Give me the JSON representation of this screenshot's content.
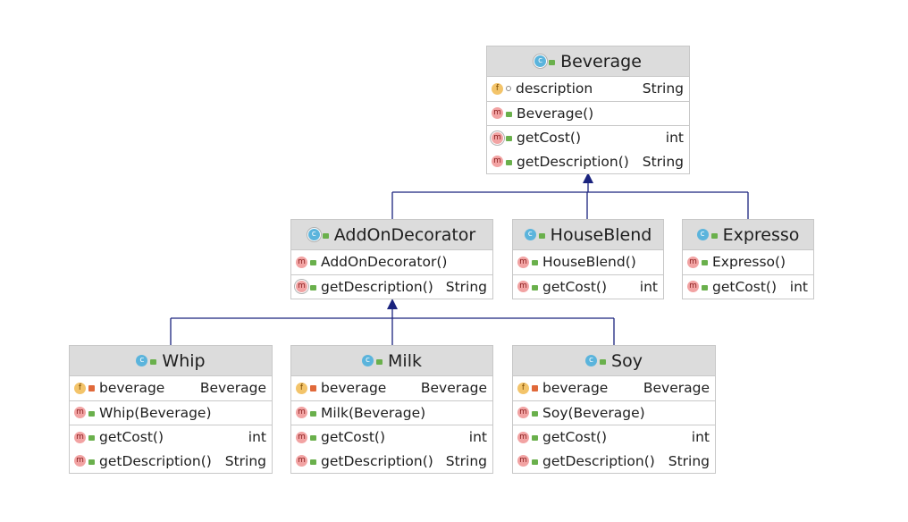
{
  "classes": [
    {
      "id": "beverage",
      "name": "Beverage",
      "abstract": true,
      "fields": [
        {
          "kind": "f",
          "vis": "pkg",
          "name": "description",
          "type": "String"
        }
      ],
      "constructors": [
        {
          "name": "Beverage()",
          "type": ""
        }
      ],
      "methods": [
        {
          "name": "getCost()",
          "type": "int",
          "abstract": true
        },
        {
          "name": "getDescription()",
          "type": "String"
        }
      ]
    },
    {
      "id": "addondecorator",
      "name": "AddOnDecorator",
      "abstract": true,
      "fields": [],
      "constructors": [
        {
          "name": "AddOnDecorator()",
          "type": ""
        }
      ],
      "methods": [
        {
          "name": "getDescription()",
          "type": "String",
          "abstract": true
        }
      ]
    },
    {
      "id": "houseblend",
      "name": "HouseBlend",
      "abstract": false,
      "fields": [],
      "constructors": [
        {
          "name": "HouseBlend()",
          "type": ""
        }
      ],
      "methods": [
        {
          "name": "getCost()",
          "type": "int"
        }
      ]
    },
    {
      "id": "expresso",
      "name": "Expresso",
      "abstract": false,
      "fields": [],
      "constructors": [
        {
          "name": "Expresso()",
          "type": ""
        }
      ],
      "methods": [
        {
          "name": "getCost()",
          "type": "int"
        }
      ]
    },
    {
      "id": "whip",
      "name": "Whip",
      "abstract": false,
      "fields": [
        {
          "kind": "f",
          "vis": "priv",
          "name": "beverage",
          "type": "Beverage"
        }
      ],
      "constructors": [
        {
          "name": "Whip(Beverage)",
          "type": ""
        }
      ],
      "methods": [
        {
          "name": "getCost()",
          "type": "int"
        },
        {
          "name": "getDescription()",
          "type": "String"
        }
      ]
    },
    {
      "id": "milk",
      "name": "Milk",
      "abstract": false,
      "fields": [
        {
          "kind": "f",
          "vis": "priv",
          "name": "beverage",
          "type": "Beverage"
        }
      ],
      "constructors": [
        {
          "name": "Milk(Beverage)",
          "type": ""
        }
      ],
      "methods": [
        {
          "name": "getCost()",
          "type": "int"
        },
        {
          "name": "getDescription()",
          "type": "String"
        }
      ]
    },
    {
      "id": "soy",
      "name": "Soy",
      "abstract": false,
      "fields": [
        {
          "kind": "f",
          "vis": "priv",
          "name": "beverage",
          "type": "Beverage"
        }
      ],
      "constructors": [
        {
          "name": "Soy(Beverage)",
          "type": ""
        }
      ],
      "methods": [
        {
          "name": "getCost()",
          "type": "int"
        },
        {
          "name": "getDescription()",
          "type": "String"
        }
      ]
    }
  ],
  "relations": [
    {
      "from": "addondecorator",
      "to": "beverage",
      "type": "extends"
    },
    {
      "from": "houseblend",
      "to": "beverage",
      "type": "extends"
    },
    {
      "from": "expresso",
      "to": "beverage",
      "type": "extends"
    },
    {
      "from": "whip",
      "to": "addondecorator",
      "type": "extends"
    },
    {
      "from": "milk",
      "to": "addondecorator",
      "type": "extends"
    },
    {
      "from": "soy",
      "to": "addondecorator",
      "type": "extends"
    }
  ],
  "colors": {
    "edge": "#1a237e",
    "header": "#dcdcdc",
    "border": "#c8c8c8"
  }
}
